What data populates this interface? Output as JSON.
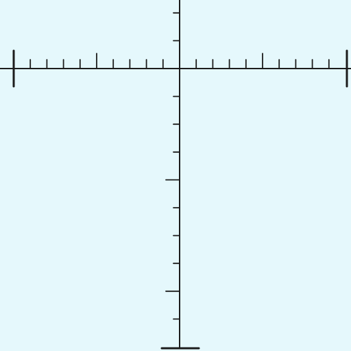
{
  "colors": {
    "background": "#e5f8fc",
    "ink": "#1c1c1c"
  },
  "diagram": {
    "type": "cartesian-axes",
    "labels": [],
    "x_axis": {
      "left_end_marker": "long-bar",
      "right_end_marker": "long-bar",
      "ticks_each_side_of_origin": 9,
      "major_tick_every": 5
    },
    "y_axis": {
      "ticks_above_origin": 2,
      "ticks_below_origin": 9,
      "major_tick_every": 4,
      "bottom_end_marker": "cap"
    }
  }
}
